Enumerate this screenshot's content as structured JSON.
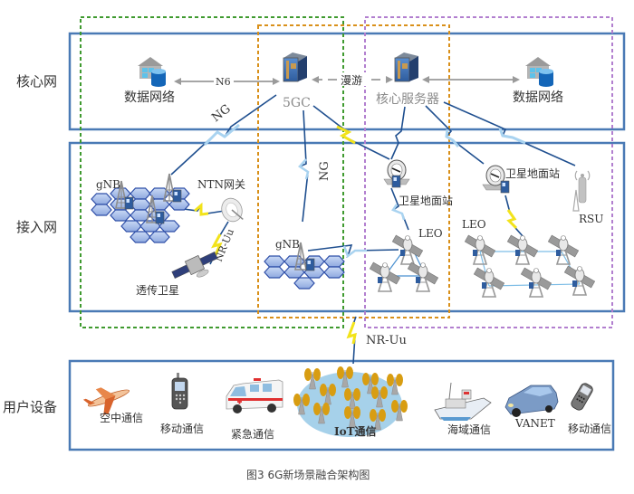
{
  "figure": {
    "caption": "图3 6G新场景融合架构图",
    "colors": {
      "layer_border": "#4a7ab5",
      "region_green": "#3f9a2f",
      "region_orange": "#d9901a",
      "region_purple": "#b27fcf",
      "link_dark": "#1f4f8f",
      "link_light": "#a9d3f0",
      "link_yellow": "#f2e31b",
      "iot_ellipse": "#a6d1ea"
    }
  },
  "layers": {
    "core": "核心网",
    "access": "接入网",
    "user": "用户设备"
  },
  "core_network": {
    "data_network_left": "数据网络",
    "data_network_right": "数据网络",
    "n6_label": "N6",
    "5gc_label": "5GC",
    "roaming_label": "漫游",
    "core_server_label": "核心服务器"
  },
  "access_network": {
    "ng_label_left": "NG",
    "ng_label_center": "NG",
    "gnb_left": "gNB",
    "ntn_gateway": "NTN网关",
    "nr_uu_left": "NR-Uu",
    "transparent_satellite": "透传卫星",
    "gnb_center": "gNB",
    "ground_station_1": "卫星地面站",
    "ground_station_2": "卫星地面站",
    "leo_1": "LEO",
    "leo_2": "LEO",
    "rsu": "RSU"
  },
  "link_between": {
    "nr_uu": "NR-Uu"
  },
  "user_devices": {
    "items": [
      {
        "icon": "airplane-icon",
        "label": "空中通信"
      },
      {
        "icon": "mobile-phone-icon",
        "label": "移动通信"
      },
      {
        "icon": "ambulance-icon",
        "label": "紧急通信"
      },
      {
        "icon": "iot-cluster-icon",
        "label": "IoT通信"
      },
      {
        "icon": "ship-icon",
        "label": "海域通信"
      },
      {
        "icon": "car-icon",
        "label": "VANET"
      },
      {
        "icon": "flip-phone-icon",
        "label": "移动通信"
      }
    ]
  }
}
